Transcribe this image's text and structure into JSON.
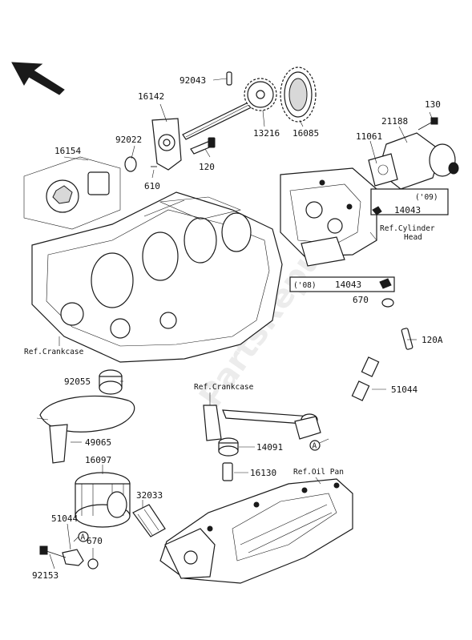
{
  "labels": {
    "p92043": "92043",
    "p16142": "16142",
    "p13216": "13216",
    "p16085": "16085",
    "p130": "130",
    "p21188": "21188",
    "p11061": "11061",
    "p92022": "92022",
    "p16154": "16154",
    "p610": "610",
    "p120": "120",
    "y09": "('09)",
    "p14043a": "14043",
    "ref_cyl_1": "Ref.Cylinder",
    "ref_cyl_2": "Head",
    "y08": "('08)",
    "p14043b": "14043",
    "p670a": "670",
    "p120A": "120A",
    "ref_crank_1": "Ref.Crankcase",
    "p92055": "92055",
    "p51044a": "51044",
    "ref_crank_2": "Ref.Crankcase",
    "p49065": "49065",
    "p14091": "14091",
    "p16097": "16097",
    "p16130": "16130",
    "ref_oilpan": "Ref.Oil Pan",
    "p32033": "32033",
    "p51044b": "51044",
    "p670b": "670",
    "p92153": "92153",
    "markA1": "A",
    "markA2": "A"
  },
  "watermark": "PartsRepublik"
}
